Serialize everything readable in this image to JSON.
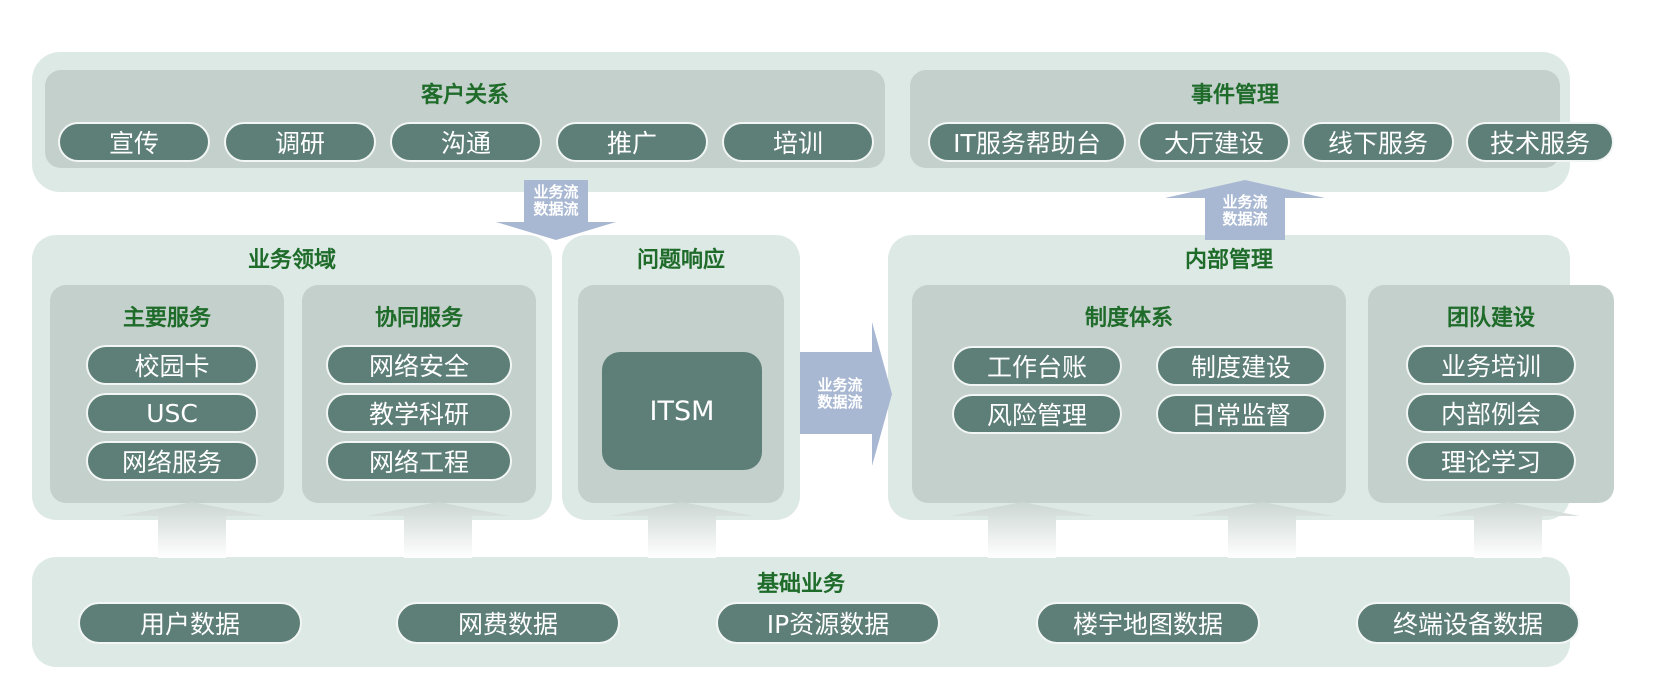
{
  "customer": {
    "title": "客户关系",
    "items": [
      "宣传",
      "调研",
      "沟通",
      "推广",
      "培训"
    ]
  },
  "event": {
    "title": "事件管理",
    "items": [
      "IT服务帮助台",
      "大厅建设",
      "线下服务",
      "技术服务"
    ]
  },
  "flow": {
    "business": "业务流",
    "data": "数据流"
  },
  "business_domain": {
    "title": "业务领域",
    "main": {
      "title": "主要服务",
      "items": [
        "校园卡",
        "USC",
        "网络服务"
      ]
    },
    "collab": {
      "title": "协同服务",
      "items": [
        "网络安全",
        "教学科研",
        "网络工程"
      ]
    }
  },
  "problem": {
    "title": "问题响应",
    "system": "ITSM"
  },
  "internal": {
    "title": "内部管理",
    "system": {
      "title": "制度体系",
      "items": [
        "工作台账",
        "制度建设",
        "风险管理",
        "日常监督"
      ]
    },
    "team": {
      "title": "团队建设",
      "items": [
        "业务培训",
        "内部例会",
        "理论学习"
      ]
    }
  },
  "foundation": {
    "title": "基础业务",
    "items": [
      "用户数据",
      "网费数据",
      "IP资源数据",
      "楼宇地图数据",
      "终端设备数据"
    ]
  },
  "colors": {
    "band": "#dde9e5",
    "panel": "#c4d0cb",
    "pill": "#5e7e78",
    "title": "#1e6b2a",
    "arrow": "#a9b8d2"
  }
}
